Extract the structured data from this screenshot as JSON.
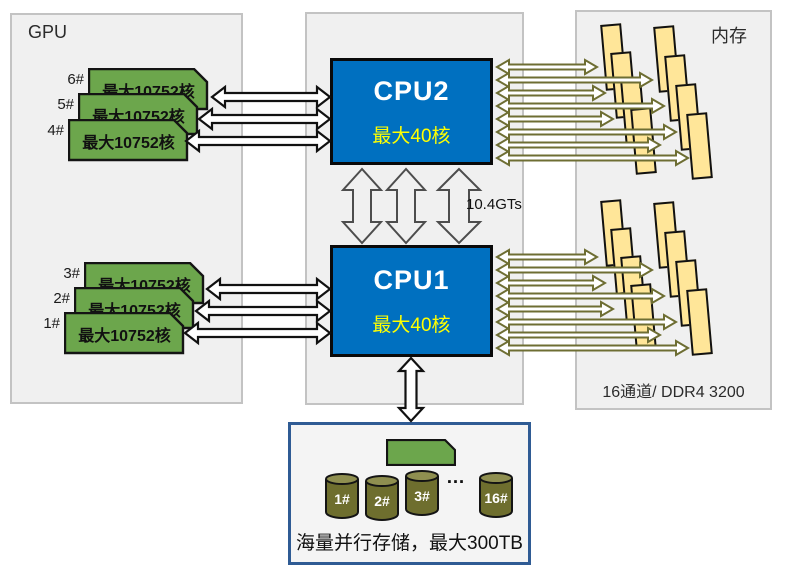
{
  "gpu_panel": {
    "title": "GPU"
  },
  "memory_panel": {
    "title": "内存",
    "channels": "16通道/ DDR4 3200"
  },
  "cpu2": {
    "name": "CPU2",
    "cores": "最大40核"
  },
  "cpu1": {
    "name": "CPU1",
    "cores": "最大40核"
  },
  "interconnect": {
    "label": "10.4GTs"
  },
  "gpu_cards": {
    "top": [
      {
        "id": "6#",
        "label": "最大10752核"
      },
      {
        "id": "5#",
        "label": "最大10752核"
      },
      {
        "id": "4#",
        "label": "最大10752核"
      }
    ],
    "bottom": [
      {
        "id": "3#",
        "label": "最大10752核"
      },
      {
        "id": "2#",
        "label": "最大10752核"
      },
      {
        "id": "1#",
        "label": "最大10752核"
      }
    ]
  },
  "storage": {
    "drives": [
      "1#",
      "2#",
      "3#",
      "16#"
    ],
    "ellipsis": "…",
    "caption": "海量并行存储，最大300TB"
  },
  "colors": {
    "cpu_blue": "#0070C0",
    "gpu_green": "#6CA64C",
    "dimm_yellow": "#FFE699",
    "olive_arrow": "#6E6E33",
    "gray_arrow": "#4D4D4D",
    "storage_border": "#2F5B94",
    "cores_text": "#FFFF00"
  }
}
